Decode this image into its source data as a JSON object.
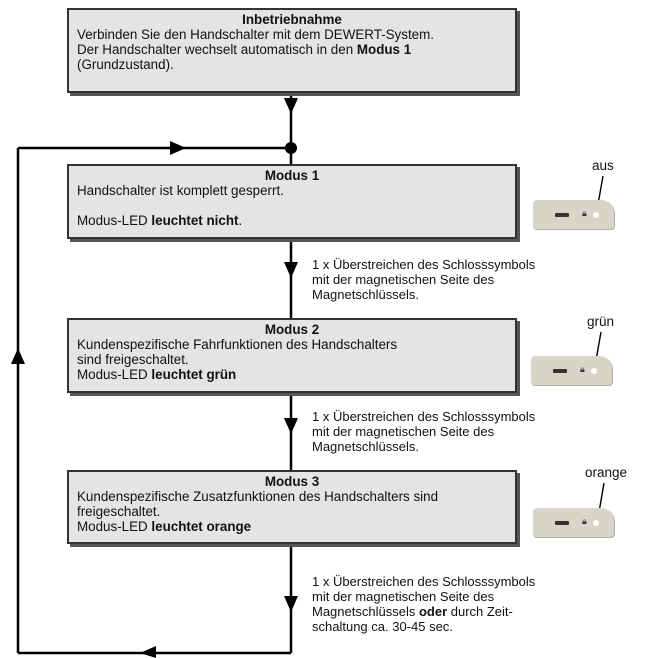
{
  "start": {
    "title": "Inbetriebnahme",
    "line1": "Verbinden Sie den Handschalter mit dem DEWERT-System.",
    "line2a": "Der Handschalter wechselt automatisch in den ",
    "line2b": "Modus 1",
    "line3": "(Grundzustand)."
  },
  "mode1": {
    "title": "Modus 1",
    "line1": "Handschalter ist komplett gesperrt.",
    "led_a": "Modus-LED ",
    "led_b": "leuchtet nicht",
    "led_c": "."
  },
  "mode2": {
    "title": "Modus 2",
    "line1": "Kundenspezifische Fahrfunktionen des Handschalters",
    "line2": "sind freigeschaltet.",
    "led_a": "Modus-LED ",
    "led_b": "leuchtet grün"
  },
  "mode3": {
    "title": "Modus 3",
    "line1": "Kundenspezifische Zusatzfunktionen des Handschalters sind",
    "line2": "freigeschaltet.",
    "led_a": "Modus-LED ",
    "led_b": "leuchtet orange"
  },
  "transition1": {
    "line1": "1 x Überstreichen des Schlosssymbols",
    "line2": "mit der magnetischen Seite des",
    "line3": "Magnetschlüssels."
  },
  "transition2": {
    "line1": "1 x Überstreichen des Schlosssymbols",
    "line2": "mit der magnetischen Seite des",
    "line3": "Magnetschlüssels."
  },
  "transition3": {
    "line1": "1 x Überstreichen des Schlosssymbols",
    "line2": "mit der magnetischen Seite des",
    "line3a": "Magnetschlüssels ",
    "line3b": "oder",
    "line3c": " durch Zeit-",
    "line4": "schaltung ca. 30-45 sec."
  },
  "led_labels": {
    "mode1": "aus",
    "mode2": "grün",
    "mode3": "orange"
  },
  "icons": {
    "controller": "handset-controller-icon",
    "lock": "lock-icon",
    "led": "mode-led-icon"
  },
  "colors": {
    "box_fill": "#e4e4e4",
    "line": "#000000",
    "controller": "#d9d4c8",
    "led_off": "#ffffff"
  }
}
